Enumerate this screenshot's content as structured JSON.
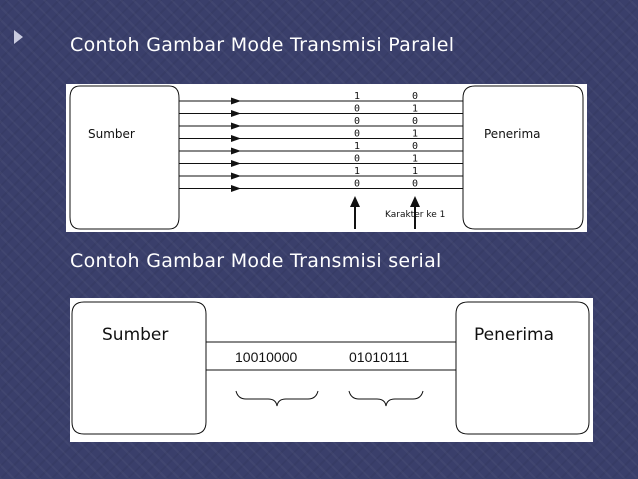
{
  "titles": {
    "parallel": "Contoh Gambar Mode Transmisi Paralel",
    "serial": "Contoh Gambar Mode Transmisi serial"
  },
  "parallel": {
    "sender_label": "Sumber",
    "receiver_label": "Penerima",
    "column1_bits": [
      "1",
      "0",
      "0",
      "0",
      "1",
      "0",
      "1",
      "0"
    ],
    "column2_bits": [
      "0",
      "1",
      "0",
      "1",
      "0",
      "1",
      "1",
      "0"
    ],
    "caption": "Karakter ke 1"
  },
  "serial": {
    "sender_label": "Sumber",
    "receiver_label": "Penerima",
    "byte1": "10010000",
    "byte2": "01010111"
  }
}
